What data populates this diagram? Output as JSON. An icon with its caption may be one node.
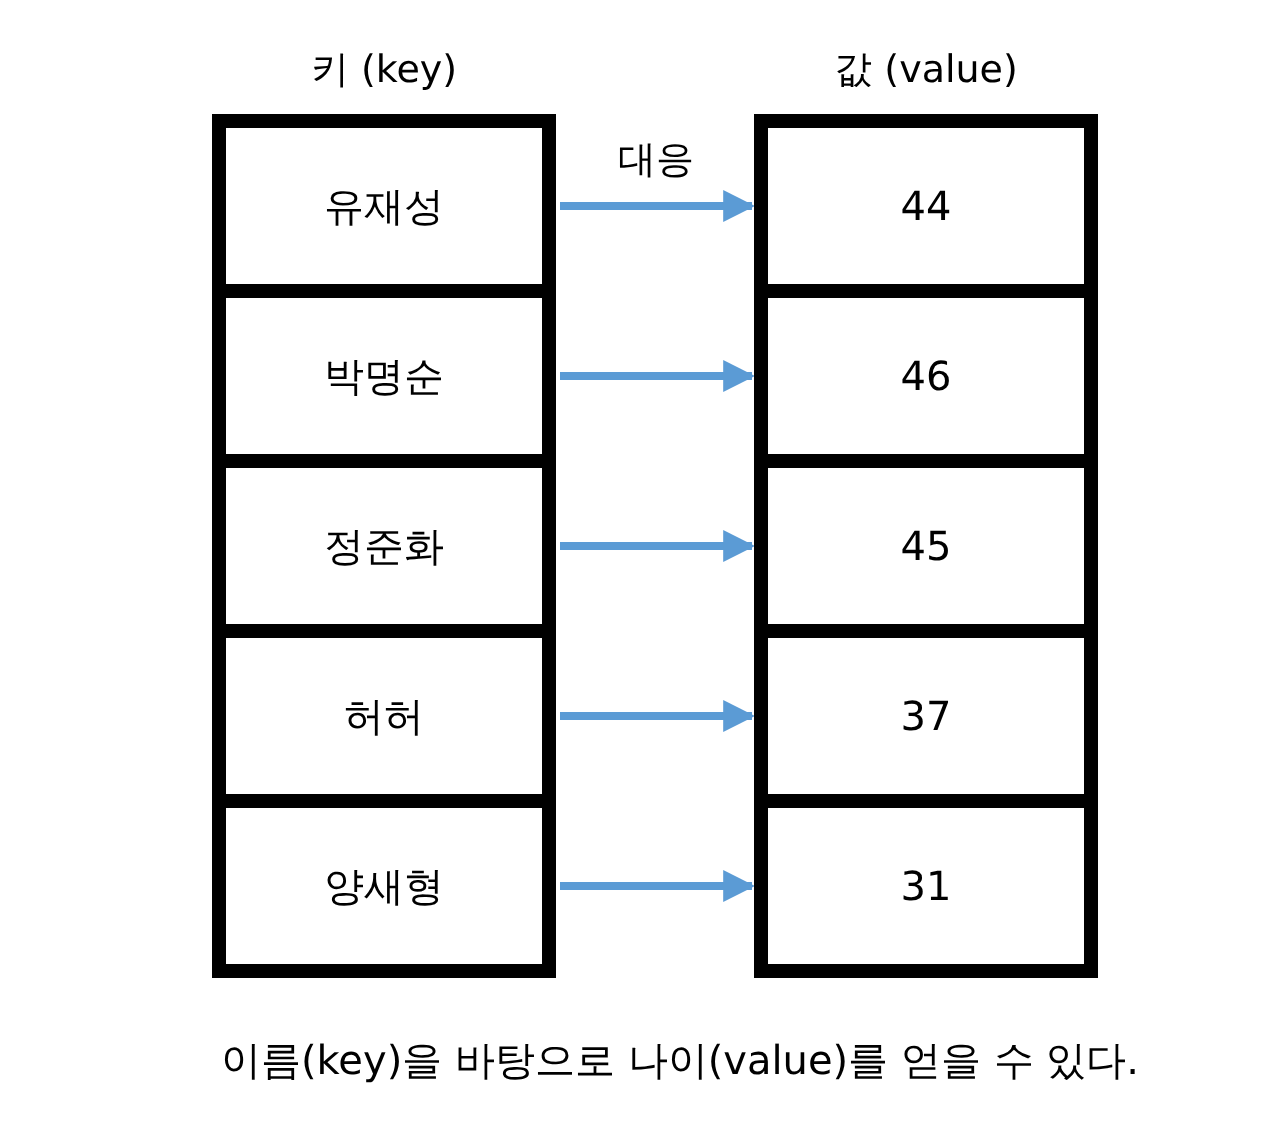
{
  "diagram": {
    "caption": "이름(key)을 바탕으로 나이(value)를 얻을 수 있다.",
    "nodes": [
      {
        "text": [
          "유재성"
        ]
      },
      {
        "text": [
          "박명순"
        ]
      },
      {
        "text": [
          "정준화"
        ]
      },
      {
        "text": [
          "허허"
        ]
      },
      {
        "text": [
          "양새형"
        ]
      },
      {
        "text": [
          "44"
        ]
      },
      {
        "text": [
          "46"
        ]
      },
      {
        "text": [
          "45"
        ]
      },
      {
        "text": [
          "37"
        ]
      },
      {
        "text": [
          "31"
        ]
      }
    ],
    "edges": [
      {
        "from": 0,
        "to": 5,
        "arrow": "to",
        "label": "대응"
      },
      {
        "from": 1,
        "to": 6,
        "arrow": "to"
      },
      {
        "from": 2,
        "to": 7,
        "arrow": "to"
      },
      {
        "from": 3,
        "to": 8,
        "arrow": "to"
      },
      {
        "from": 4,
        "to": 9,
        "arrow": "to"
      }
    ],
    "labels": [
      "키 (key)",
      "값 (value)"
    ]
  }
}
